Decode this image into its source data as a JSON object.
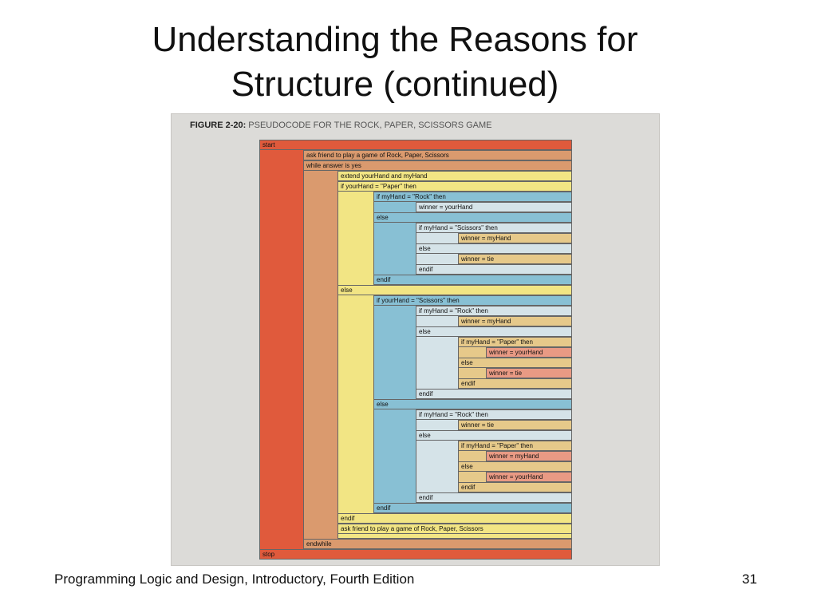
{
  "slide": {
    "title_line1": "Understanding the Reasons for",
    "title_line2": "Structure (continued)",
    "footer": "Programming Logic and Design, Introductory, Fourth Edition",
    "page_number": "31"
  },
  "figure": {
    "label": "FIGURE 2-20:",
    "caption": "PSEUDOCODE FOR THE ROCK, PAPER, SCISSORS GAME"
  },
  "colors": {
    "level1": "#e05a3c",
    "level2": "#da9a6e",
    "level3": "#f2e584",
    "level4": "#88c0d4",
    "level5": "#d5e3e8",
    "level6": "#e6c98a",
    "level7": "#e99a84"
  },
  "pseudocode": [
    "start",
    "ask friend to play a game of Rock, Paper, Scissors",
    "while answer is yes",
    "extend yourHand and myHand",
    "if yourHand = \"Paper\" then",
    "if myHand = \"Rock\" then",
    "winner = yourHand",
    "else",
    "if myHand = \"Scissors\" then",
    "winner = myHand",
    "else",
    "winner = tie",
    "endif",
    "endif",
    "else",
    "if yourHand = \"Scissors\" then",
    "if myHand = \"Rock\" then",
    "winner = myHand",
    "else",
    "if myHand = \"Paper\" then",
    "winner = yourHand",
    "else",
    "winner = tie",
    "endif",
    "endif",
    "else",
    "if myHand = \"Rock\" then",
    "winner = tie",
    "else",
    "if myHand = \"Paper\" then",
    "winner = myHand",
    "else",
    "winner = yourHand",
    "endif",
    "endif",
    "endif",
    "endif",
    "ask friend to play a game of Rock, Paper, Scissors",
    "endwhile",
    "stop"
  ]
}
